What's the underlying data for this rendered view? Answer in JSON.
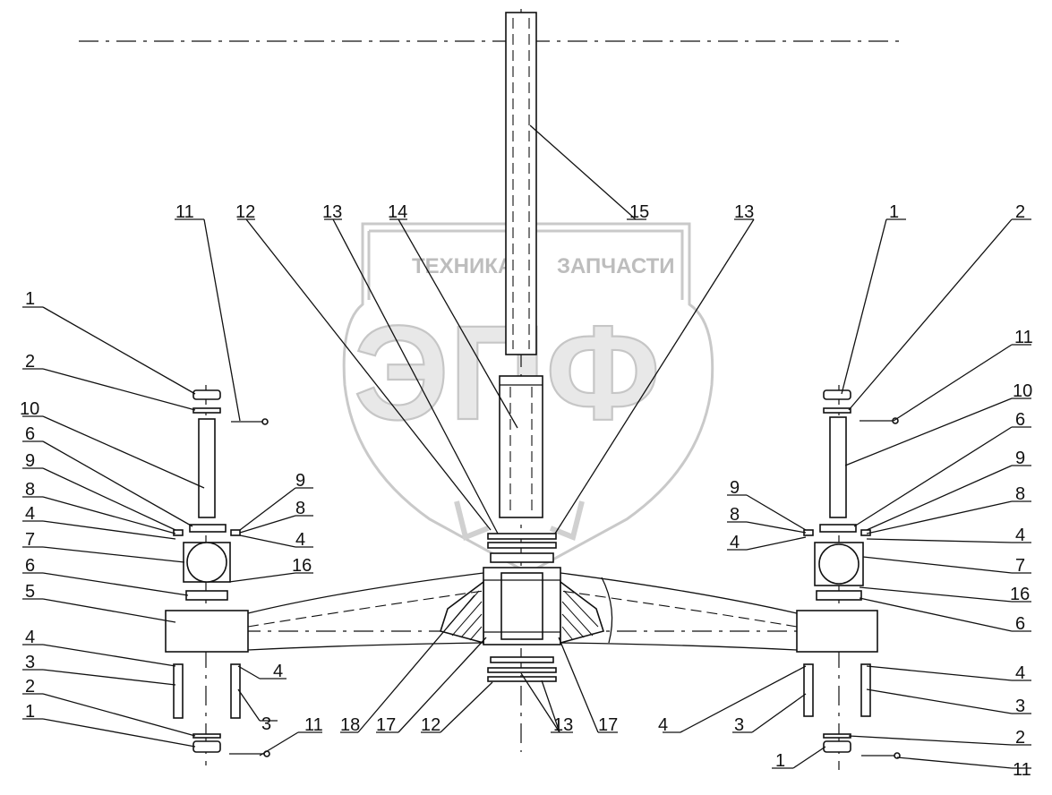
{
  "watermark": {
    "brand_top_left": "ТЕХНИКА",
    "brand_top_right": "ЗАПЧАСТИ",
    "brand_big": "ЭПФ"
  },
  "callouts": [
    {
      "id": "c1",
      "text": "11"
    },
    {
      "id": "c2",
      "text": "12"
    },
    {
      "id": "c3",
      "text": "13"
    },
    {
      "id": "c4",
      "text": "14"
    },
    {
      "id": "c5",
      "text": "15"
    },
    {
      "id": "c6",
      "text": "13"
    },
    {
      "id": "c7",
      "text": "1"
    },
    {
      "id": "c8",
      "text": "2"
    },
    {
      "id": "c9",
      "text": "1"
    },
    {
      "id": "c10",
      "text": "2"
    },
    {
      "id": "c11",
      "text": "10"
    },
    {
      "id": "c12",
      "text": "6"
    },
    {
      "id": "c13",
      "text": "9"
    },
    {
      "id": "c14",
      "text": "8"
    },
    {
      "id": "c15",
      "text": "4"
    },
    {
      "id": "c16",
      "text": "9"
    },
    {
      "id": "c17",
      "text": "8"
    },
    {
      "id": "c18",
      "text": "4"
    },
    {
      "id": "c19",
      "text": "7"
    },
    {
      "id": "c20",
      "text": "16"
    },
    {
      "id": "c21",
      "text": "6"
    },
    {
      "id": "c22",
      "text": "5"
    },
    {
      "id": "c23",
      "text": "4"
    },
    {
      "id": "c24",
      "text": "3"
    },
    {
      "id": "c25",
      "text": "4"
    },
    {
      "id": "c26",
      "text": "3"
    },
    {
      "id": "c27",
      "text": "2"
    },
    {
      "id": "c28",
      "text": "1"
    },
    {
      "id": "c29",
      "text": "11"
    },
    {
      "id": "c30",
      "text": "11"
    },
    {
      "id": "c31",
      "text": "10"
    },
    {
      "id": "c32",
      "text": "6"
    },
    {
      "id": "c33",
      "text": "9"
    },
    {
      "id": "c34",
      "text": "8"
    },
    {
      "id": "c35",
      "text": "4"
    },
    {
      "id": "c36",
      "text": "9"
    },
    {
      "id": "c37",
      "text": "8"
    },
    {
      "id": "c38",
      "text": "4"
    },
    {
      "id": "c39",
      "text": "7"
    },
    {
      "id": "c40",
      "text": "16"
    },
    {
      "id": "c41",
      "text": "6"
    },
    {
      "id": "c42",
      "text": "4"
    },
    {
      "id": "c43",
      "text": "3"
    },
    {
      "id": "c44",
      "text": "4"
    },
    {
      "id": "c45",
      "text": "3"
    },
    {
      "id": "c46",
      "text": "2"
    },
    {
      "id": "c47",
      "text": "1"
    },
    {
      "id": "c48",
      "text": "11"
    },
    {
      "id": "c49",
      "text": "18"
    },
    {
      "id": "c50",
      "text": "17"
    },
    {
      "id": "c51",
      "text": "12"
    },
    {
      "id": "c52",
      "text": "13"
    },
    {
      "id": "c53",
      "text": "17"
    }
  ]
}
